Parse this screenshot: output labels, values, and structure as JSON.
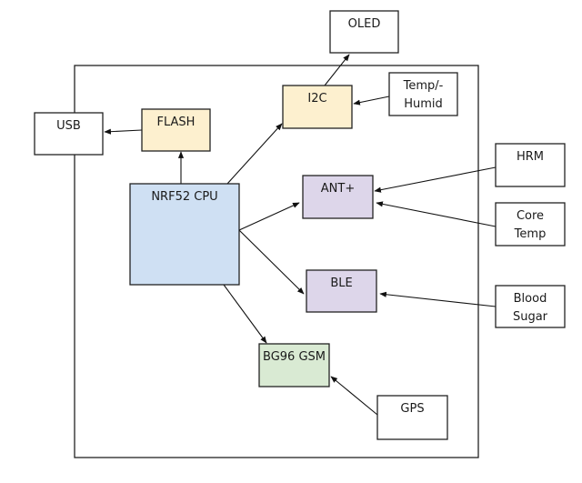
{
  "diagram": {
    "type": "block-diagram",
    "colors": {
      "flash": "#fdf0cf",
      "i2c": "#fdf0cf",
      "cpu": "#cfe0f3",
      "ant": "#ddd6ea",
      "ble": "#ddd6ea",
      "gsm": "#d9ead3",
      "external": "#ffffff"
    },
    "nodes": [
      {
        "id": "usb",
        "label": [
          "USB"
        ],
        "color": "external"
      },
      {
        "id": "flash",
        "label": [
          "FLASH"
        ],
        "color": "flash"
      },
      {
        "id": "cpu",
        "label": [
          "NRF52 CPU"
        ],
        "color": "cpu"
      },
      {
        "id": "i2c",
        "label": [
          "I2C"
        ],
        "color": "i2c"
      },
      {
        "id": "oled",
        "label": [
          "OLED"
        ],
        "color": "external"
      },
      {
        "id": "temphumid",
        "label": [
          "Temp/-",
          "Humid"
        ],
        "color": "external"
      },
      {
        "id": "ant",
        "label": [
          "ANT+"
        ],
        "color": "ant"
      },
      {
        "id": "ble",
        "label": [
          "BLE"
        ],
        "color": "ble"
      },
      {
        "id": "gsm",
        "label": [
          "BG96 GSM"
        ],
        "color": "gsm"
      },
      {
        "id": "hrm",
        "label": [
          "HRM"
        ],
        "color": "external"
      },
      {
        "id": "coretemp",
        "label": [
          "Core",
          "Temp"
        ],
        "color": "external"
      },
      {
        "id": "bloodsugar",
        "label": [
          "Blood",
          "Sugar"
        ],
        "color": "external"
      },
      {
        "id": "gps",
        "label": [
          "GPS"
        ],
        "color": "external"
      }
    ],
    "edges": [
      {
        "from": "flash",
        "to": "usb"
      },
      {
        "from": "cpu",
        "to": "flash"
      },
      {
        "from": "cpu",
        "to": "i2c"
      },
      {
        "from": "i2c",
        "to": "oled"
      },
      {
        "from": "temphumid",
        "to": "i2c"
      },
      {
        "from": "cpu",
        "to": "ant"
      },
      {
        "from": "cpu",
        "to": "ble"
      },
      {
        "from": "cpu",
        "to": "gsm"
      },
      {
        "from": "hrm",
        "to": "ant"
      },
      {
        "from": "coretemp",
        "to": "ant"
      },
      {
        "from": "bloodsugar",
        "to": "ble"
      },
      {
        "from": "gps",
        "to": "gsm"
      }
    ]
  }
}
